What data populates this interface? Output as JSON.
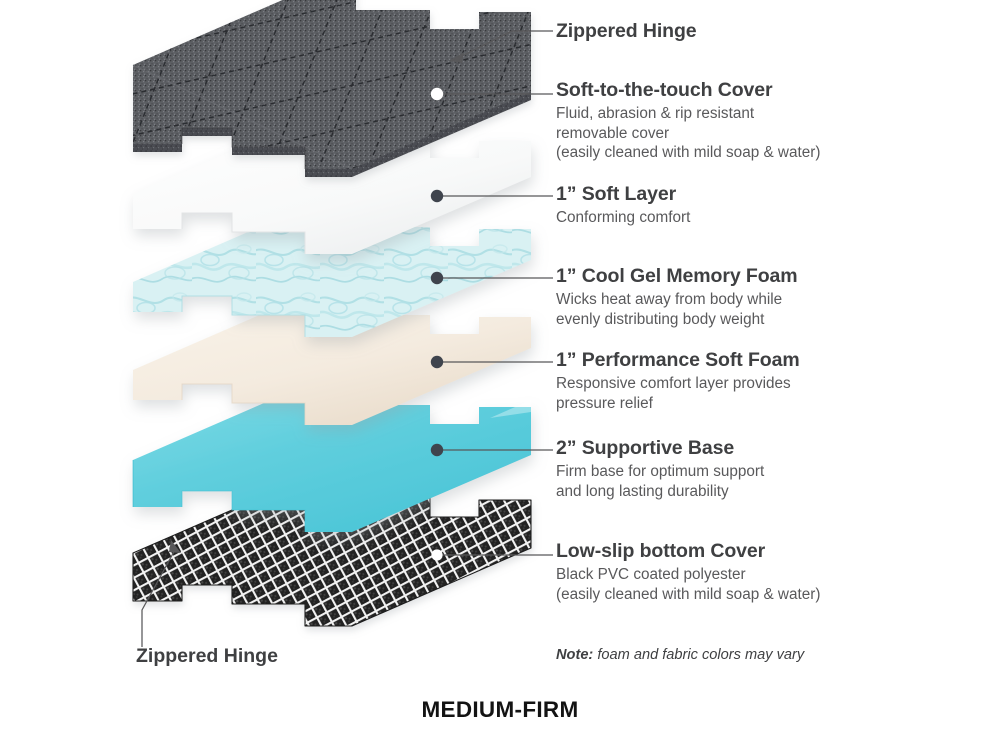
{
  "diagram": {
    "firmness_title": "MEDIUM-FIRM",
    "note": {
      "lead": "Note:",
      "text": " foam and fabric colors may vary"
    },
    "hinge_top_label": "Zippered Hinge",
    "hinge_bottom_label": "Zippered Hinge",
    "colors": {
      "top_cover": "#5c5e63",
      "top_cover_dark": "#4b4d52",
      "soft_layer": "#f7f8f8",
      "soft_layer_side": "#e7e9ea",
      "gel_foam": "#d4eef1",
      "gel_foam_side": "#bde4e8",
      "performance_foam": "#f4ece1",
      "performance_foam_side": "#e5d9c9",
      "supportive_base": "#5fcedd",
      "supportive_base_side": "#3bc0d3",
      "bottom_cover": "#2b2b2b",
      "heading_text": "#3f4042",
      "body_text": "#59595b",
      "leader_dot": "#3f444d",
      "leader_line": "#58585a"
    },
    "callouts": [
      {
        "id": "hinge-top",
        "title": "Zippered Hinge",
        "desc": []
      },
      {
        "id": "cover",
        "title": "Soft-to-the-touch Cover",
        "desc": [
          "Fluid, abrasion & rip resistant",
          "removable cover",
          "(easily cleaned with mild soap & water)"
        ]
      },
      {
        "id": "soft",
        "title": "1” Soft Layer",
        "desc": [
          "Conforming comfort"
        ]
      },
      {
        "id": "gel",
        "title": "1” Cool Gel Memory Foam",
        "desc": [
          "Wicks heat away from body while",
          "evenly distributing body weight"
        ]
      },
      {
        "id": "perf",
        "title": "1” Performance Soft Foam",
        "desc": [
          "Responsive comfort layer provides",
          "pressure relief"
        ]
      },
      {
        "id": "base",
        "title": "2” Supportive Base",
        "desc": [
          "Firm base for optimum support",
          "and long lasting durability"
        ]
      },
      {
        "id": "bottom",
        "title": "Low-slip bottom Cover",
        "desc": [
          "Black PVC coated polyester",
          "(easily cleaned with mild soap & water)"
        ]
      }
    ]
  }
}
